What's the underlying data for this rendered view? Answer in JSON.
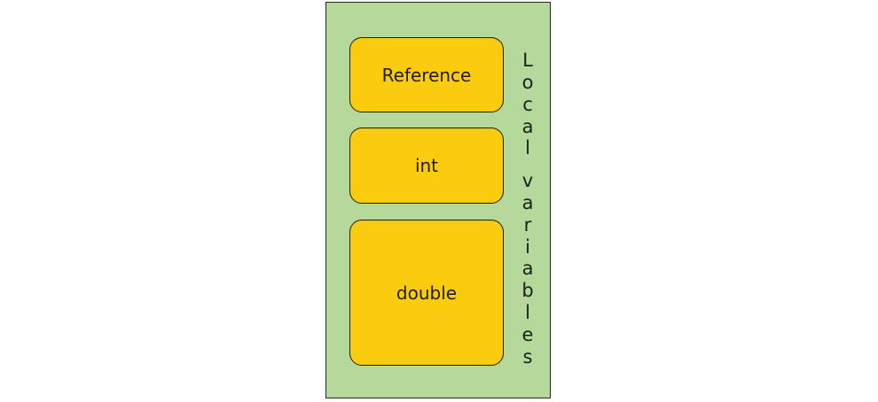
{
  "diagram": {
    "container": {
      "label": "Local variables"
    },
    "slots": [
      {
        "label": "Reference"
      },
      {
        "label": "int"
      },
      {
        "label": "double"
      }
    ],
    "colors": {
      "container_fill": "#b4d99a",
      "slot_fill": "#fbcc0d",
      "stroke": "#1e1e1e"
    }
  }
}
